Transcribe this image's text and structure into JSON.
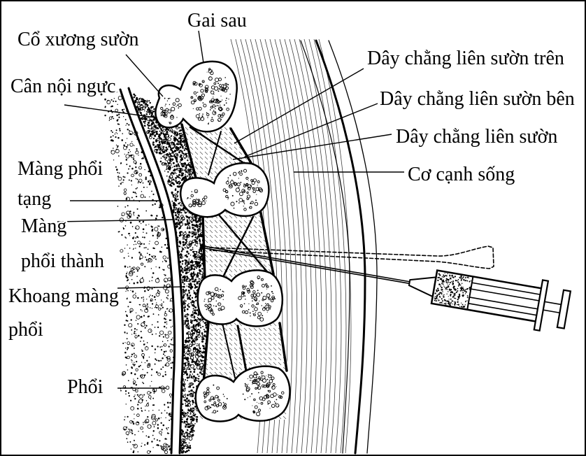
{
  "labels": {
    "gai_sau": "Gai sau",
    "co_xuong_suon": "Cổ xương sườn",
    "can_noi_nguc": "Cân nội ngực",
    "mang_phoi_tang": [
      "Màng phổi",
      "tạng"
    ],
    "mang_phoi_thanh": [
      "Màng",
      "phổi thành"
    ],
    "khoang_mang_phoi": [
      "Khoang màng",
      "phổi"
    ],
    "phoi": "Phổi",
    "day_chang_lien_suon_tren": "Dây chằng liên sườn trên",
    "day_chang_lien_suon_ben": "Dây chằng liên sườn bên",
    "day_chang_lien_suon": "Dây chằng liên sườn",
    "co_canh_song": "Cơ cạnh sống"
  },
  "colors": {
    "ink": "#000000",
    "paper": "#ffffff"
  }
}
